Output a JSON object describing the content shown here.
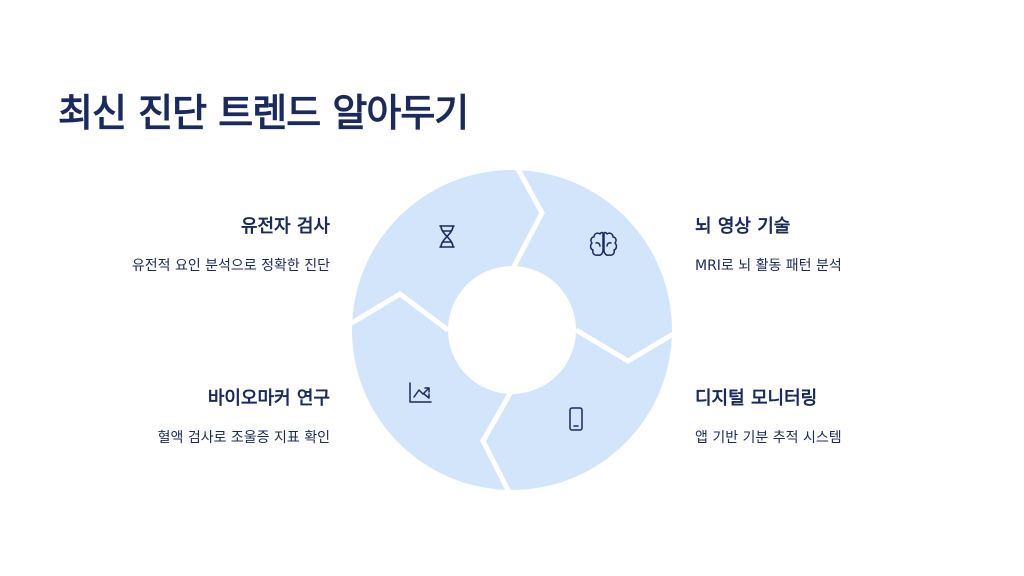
{
  "title": "최신 진단 트렌드 알아두기",
  "items": {
    "genetic": {
      "heading": "유전자 검사",
      "desc": "유전적 요인 분석으로 정확한 진단",
      "icon": "dna-icon"
    },
    "brain": {
      "heading": "뇌 영상 기술",
      "desc": "MRI로 뇌 활동 패턴 분석",
      "icon": "brain-icon"
    },
    "biomarker": {
      "heading": "바이오마커 연구",
      "desc": "혈액 검사로 조울증 지표 확인",
      "icon": "chart-trend-icon"
    },
    "digital": {
      "heading": "디지털 모니터링",
      "desc": "앱 기반 기분 추적 시스템",
      "icon": "smartphone-icon"
    }
  },
  "colors": {
    "segment": "#d3e5fb",
    "text": "#1b2a5e",
    "background": "#ffffff"
  }
}
